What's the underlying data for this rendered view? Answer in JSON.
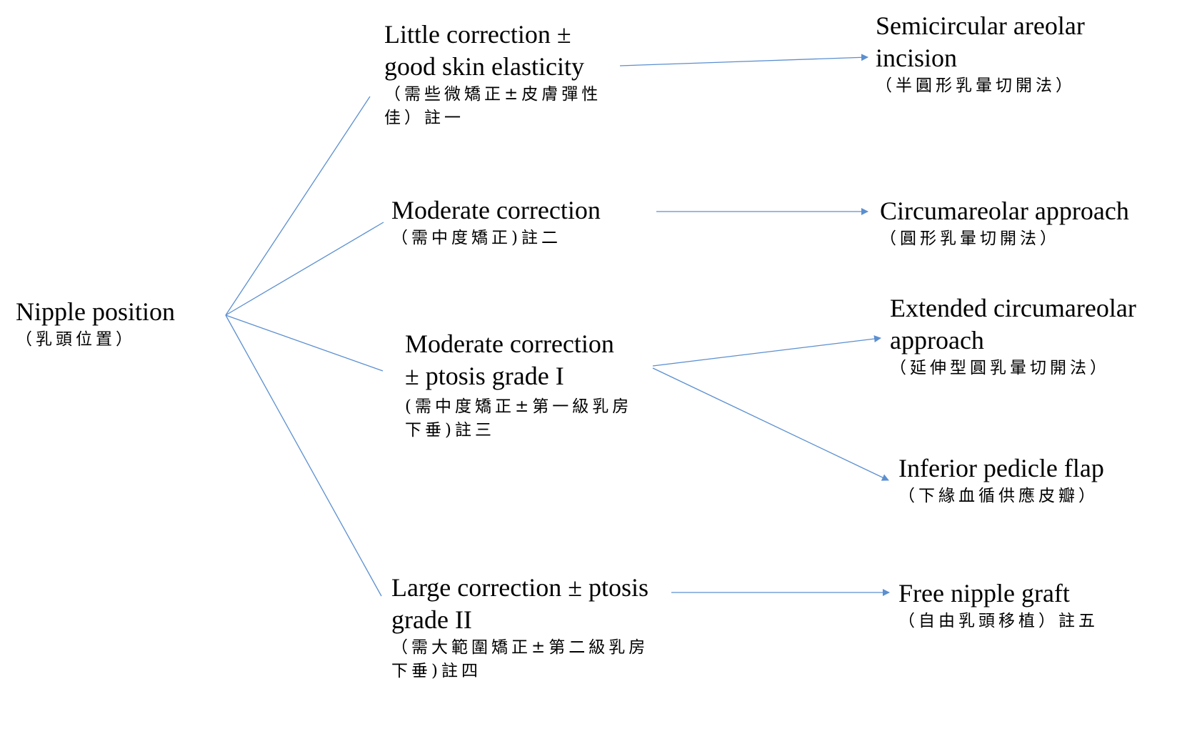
{
  "root": {
    "label": "Nipple position",
    "label_zh": "（乳頭位置）"
  },
  "branches": [
    {
      "label": "Little correction ±\ngood skin elasticity",
      "label_zh": "（需些微矯正±皮膚彈性\n佳）註一",
      "outcomes": [
        {
          "label": "Semicircular areolar\nincision",
          "label_zh": "（半圓形乳暈切開法）"
        }
      ]
    },
    {
      "label": "Moderate correction",
      "label_zh": "（需中度矯正)註二",
      "outcomes": [
        {
          "label": "Circumareolar approach",
          "label_zh": "（圓形乳暈切開法）"
        }
      ]
    },
    {
      "label": "Moderate correction\n± ptosis grade I",
      "label_zh": "(需中度矯正±第一級乳房\n下垂)註三",
      "outcomes": [
        {
          "label": "Extended circumareolar\napproach",
          "label_zh": "（延伸型圓乳暈切開法）"
        },
        {
          "label": "Inferior pedicle flap",
          "label_zh": "（下緣血循供應皮瓣）"
        }
      ]
    },
    {
      "label": "Large correction ± ptosis\ngrade II",
      "label_zh": "（需大範圍矯正±第二級乳房\n下垂)註四",
      "outcomes": [
        {
          "label": "Free nipple graft",
          "label_zh": "（自由乳頭移植）註五"
        }
      ]
    }
  ],
  "colors": {
    "line": "#5b8fd0",
    "text": "#000000"
  }
}
